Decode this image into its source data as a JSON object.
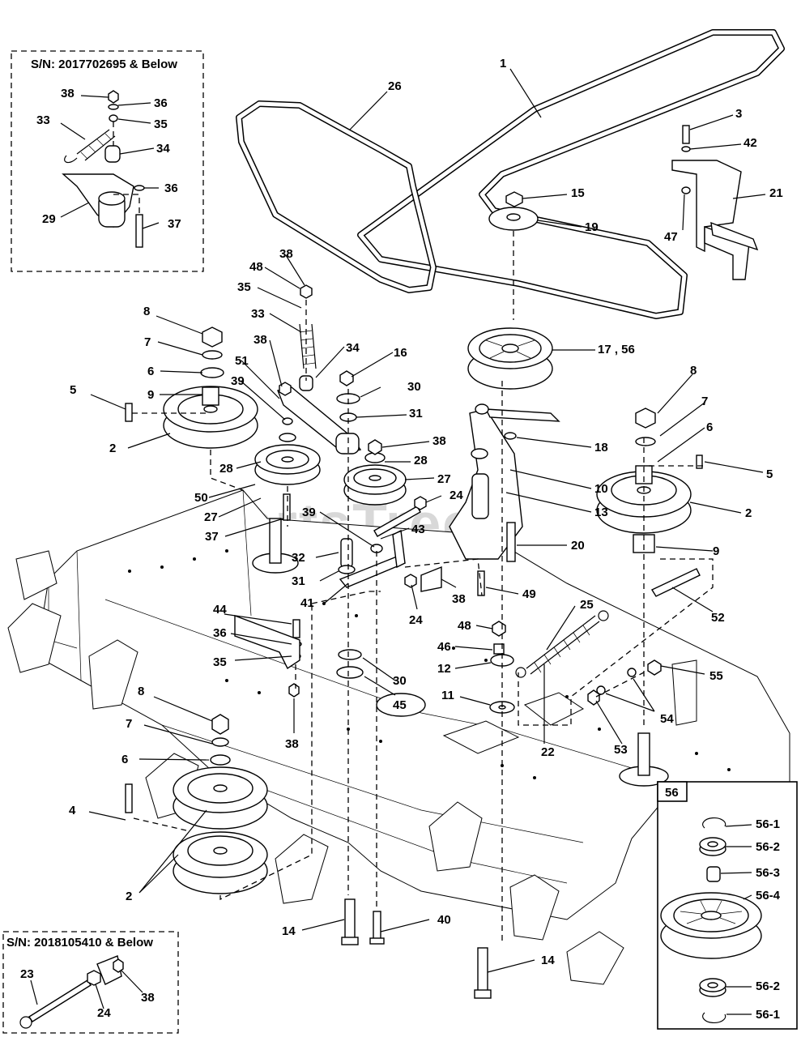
{
  "watermark": "PartsTree",
  "insets": {
    "top_left": {
      "title": "S/N: 2017702695 & Below"
    },
    "bottom_left": {
      "title": "S/N: 2018105410 & Below"
    },
    "bottom_right": {
      "title": "56"
    }
  },
  "callouts": [
    {
      "id": "c1",
      "text": "1"
    },
    {
      "id": "c26",
      "text": "26"
    },
    {
      "id": "c3",
      "text": "3"
    },
    {
      "id": "c42",
      "text": "42"
    },
    {
      "id": "c21",
      "text": "21"
    },
    {
      "id": "c47",
      "text": "47"
    },
    {
      "id": "c15",
      "text": "15"
    },
    {
      "id": "c19",
      "text": "19"
    },
    {
      "id": "c17",
      "text": "17 , 56"
    },
    {
      "id": "c18",
      "text": "18"
    },
    {
      "id": "c10",
      "text": "10"
    },
    {
      "id": "c13",
      "text": "13"
    },
    {
      "id": "c20",
      "text": "20"
    },
    {
      "id": "c8r",
      "text": "8"
    },
    {
      "id": "c7r",
      "text": "7"
    },
    {
      "id": "c6r",
      "text": "6"
    },
    {
      "id": "c5r",
      "text": "5"
    },
    {
      "id": "c2r",
      "text": "2"
    },
    {
      "id": "c9r",
      "text": "9"
    },
    {
      "id": "c52",
      "text": "52"
    },
    {
      "id": "c55",
      "text": "55"
    },
    {
      "id": "c54",
      "text": "54"
    },
    {
      "id": "c53",
      "text": "53"
    },
    {
      "id": "c22",
      "text": "22"
    },
    {
      "id": "c25",
      "text": "25"
    },
    {
      "id": "c48b",
      "text": "48"
    },
    {
      "id": "c46",
      "text": "46"
    },
    {
      "id": "c12",
      "text": "12"
    },
    {
      "id": "c11",
      "text": "11"
    },
    {
      "id": "c49",
      "text": "49"
    },
    {
      "id": "c38m",
      "text": "38"
    },
    {
      "id": "c24m",
      "text": "24"
    },
    {
      "id": "c24u",
      "text": "24"
    },
    {
      "id": "c43",
      "text": "43"
    },
    {
      "id": "c16",
      "text": "16"
    },
    {
      "id": "c30",
      "text": "30"
    },
    {
      "id": "c31",
      "text": "31"
    },
    {
      "id": "c38c",
      "text": "38"
    },
    {
      "id": "c28c",
      "text": "28"
    },
    {
      "id": "c27c",
      "text": "27"
    },
    {
      "id": "c48",
      "text": "48"
    },
    {
      "id": "c38t",
      "text": "38"
    },
    {
      "id": "c35",
      "text": "35"
    },
    {
      "id": "c33",
      "text": "33"
    },
    {
      "id": "c34",
      "text": "34"
    },
    {
      "id": "c38l",
      "text": "38"
    },
    {
      "id": "c51",
      "text": "51"
    },
    {
      "id": "c39",
      "text": "39"
    },
    {
      "id": "c28l",
      "text": "28"
    },
    {
      "id": "c50",
      "text": "50"
    },
    {
      "id": "c27l",
      "text": "27"
    },
    {
      "id": "c37",
      "text": "37"
    },
    {
      "id": "c32",
      "text": "32"
    },
    {
      "id": "c31b",
      "text": "31"
    },
    {
      "id": "c39b",
      "text": "39"
    },
    {
      "id": "c41",
      "text": "41"
    },
    {
      "id": "c8l",
      "text": "8"
    },
    {
      "id": "c7l",
      "text": "7"
    },
    {
      "id": "c6l",
      "text": "6"
    },
    {
      "id": "c5l",
      "text": "5"
    },
    {
      "id": "c9l",
      "text": "9"
    },
    {
      "id": "c2l",
      "text": "2"
    },
    {
      "id": "c44",
      "text": "44"
    },
    {
      "id": "c36",
      "text": "36"
    },
    {
      "id": "c35b",
      "text": "35"
    },
    {
      "id": "c38b",
      "text": "38"
    },
    {
      "id": "c30b",
      "text": "30"
    },
    {
      "id": "c45",
      "text": "45"
    },
    {
      "id": "c8b",
      "text": "8"
    },
    {
      "id": "c7b",
      "text": "7"
    },
    {
      "id": "c6b",
      "text": "6"
    },
    {
      "id": "c4",
      "text": "4"
    },
    {
      "id": "c2b",
      "text": "2"
    },
    {
      "id": "c14a",
      "text": "14"
    },
    {
      "id": "c40",
      "text": "40"
    },
    {
      "id": "c14b",
      "text": "14"
    },
    {
      "id": "i38",
      "text": "38"
    },
    {
      "id": "i36a",
      "text": "36"
    },
    {
      "id": "i35",
      "text": "35"
    },
    {
      "id": "i33",
      "text": "33"
    },
    {
      "id": "i34",
      "text": "34"
    },
    {
      "id": "i36b",
      "text": "36"
    },
    {
      "id": "i29",
      "text": "29"
    },
    {
      "id": "i37",
      "text": "37"
    },
    {
      "id": "b23",
      "text": "23"
    },
    {
      "id": "b24",
      "text": "24"
    },
    {
      "id": "b38",
      "text": "38"
    },
    {
      "id": "r561a",
      "text": "56-1"
    },
    {
      "id": "r562a",
      "text": "56-2"
    },
    {
      "id": "r563",
      "text": "56-3"
    },
    {
      "id": "r564",
      "text": "56-4"
    },
    {
      "id": "r562b",
      "text": "56-2"
    },
    {
      "id": "r561b",
      "text": "56-1"
    }
  ]
}
